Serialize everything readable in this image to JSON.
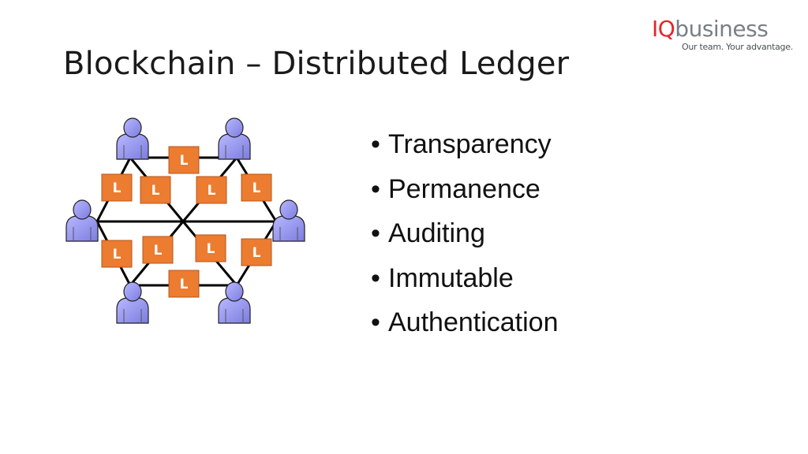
{
  "slide": {
    "title": "Blockchain – Distributed Ledger"
  },
  "logo": {
    "brand_prefix": "IQ",
    "brand_suffix": "business",
    "tagline": "Our team. Your advantage.",
    "prefix_color": "#e4262b",
    "suffix_color": "#7a7f86"
  },
  "bullets": [
    "Transparency",
    "Permanence",
    "Auditing",
    "Immutable",
    "Authentication"
  ],
  "diagram": {
    "ledger_label": "L",
    "ledger_count": 10,
    "node_count": 6,
    "ledger_color": "#ec7c30",
    "person_icon": "person-icon",
    "person_color": "#9999f0"
  }
}
